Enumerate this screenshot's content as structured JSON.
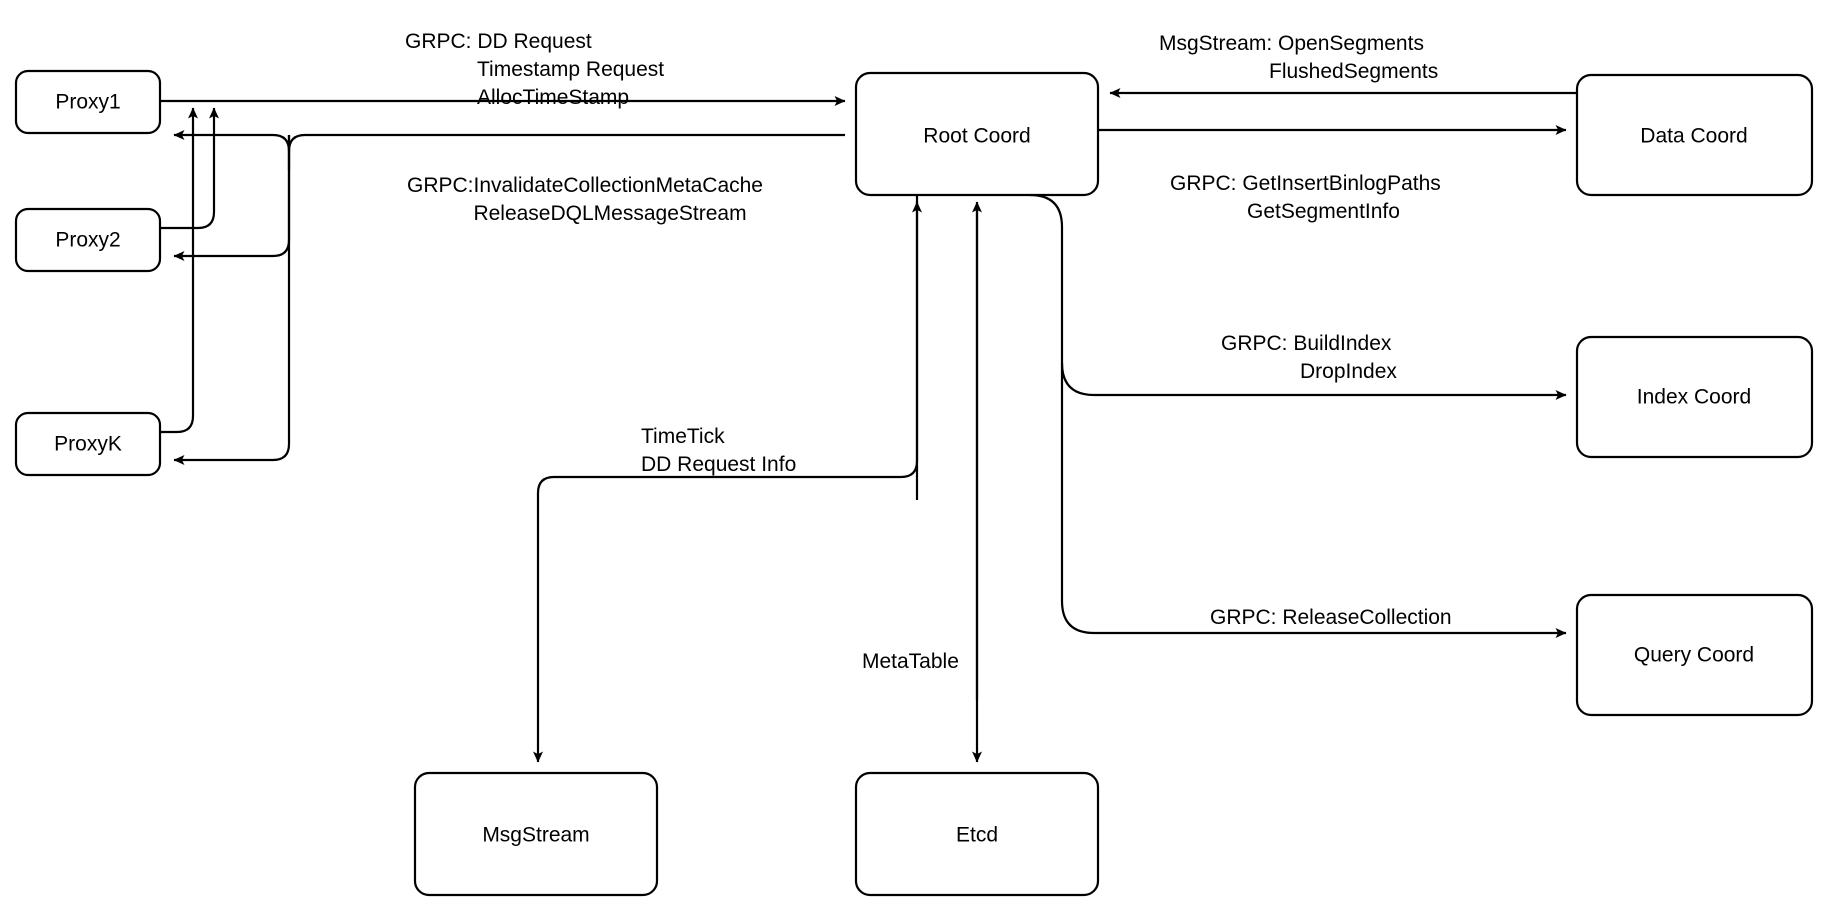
{
  "diagram": {
    "title": "Root Coord interaction diagram",
    "background_color": "#ffffff",
    "stroke_color": "#000000",
    "nodes": [
      {
        "id": "proxy1",
        "label": "Proxy1"
      },
      {
        "id": "proxy2",
        "label": "Proxy2"
      },
      {
        "id": "proxyk",
        "label": "ProxyK"
      },
      {
        "id": "root_coord",
        "label": "Root Coord"
      },
      {
        "id": "data_coord",
        "label": "Data Coord"
      },
      {
        "id": "index_coord",
        "label": "Index Coord"
      },
      {
        "id": "query_coord",
        "label": "Query Coord"
      },
      {
        "id": "msgstream",
        "label": "MsgStream"
      },
      {
        "id": "etcd",
        "label": "Etcd"
      }
    ],
    "edge_labels": {
      "proxy_to_root": {
        "lines": [
          "GRPC: DD Request",
          "Timestamp Request",
          "AllocTimeStamp"
        ]
      },
      "root_to_proxy": {
        "lines": [
          "GRPC:InvalidateCollectionMetaCache",
          "ReleaseDQLMessageStream"
        ]
      },
      "data_to_root": {
        "lines": [
          "MsgStream: OpenSegments",
          "FlushedSegments"
        ]
      },
      "root_to_data": {
        "lines": [
          "GRPC: GetInsertBinlogPaths",
          "GetSegmentInfo"
        ]
      },
      "root_to_index": {
        "lines": [
          "GRPC: BuildIndex",
          "DropIndex"
        ]
      },
      "root_to_query": {
        "lines": [
          "GRPC: ReleaseCollection"
        ]
      },
      "root_to_msgstream": {
        "lines": [
          "TimeTick",
          "DD Request Info"
        ]
      },
      "root_to_etcd": {
        "lines": [
          "MetaTable"
        ]
      }
    }
  }
}
